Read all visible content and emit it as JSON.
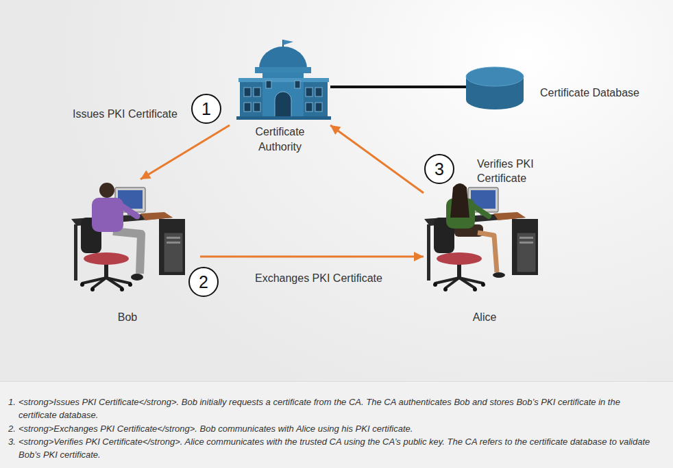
{
  "diagram": {
    "nodes": [
      {
        "text": [
          "Certificate Authority"
        ]
      },
      {
        "text": [
          "Certificate Database"
        ]
      },
      {
        "text": [
          "Bob"
        ]
      },
      {
        "text": [
          "Alice"
        ]
      }
    ],
    "edges": [
      {
        "from": 0,
        "to": 2,
        "arrow": "to",
        "label": "Issues PKI Certificate"
      },
      {
        "from": 2,
        "to": 3,
        "arrow": "to",
        "label": "Exchanges PKI Certificate"
      },
      {
        "from": 3,
        "to": 0,
        "arrow": "to",
        "label": "Verifies PKI Certificate"
      },
      {
        "from": 0,
        "to": 1,
        "arrow": "none"
      }
    ],
    "labels": [
      "1",
      "2",
      "3",
      "1.",
      "<strong>Issues PKI Certificate</strong>. Bob initially requests a certificate from the CA. The CA authenticates Bob and stores Bob’s PKI certificate in the certificate database.",
      "2.",
      "<strong>Exchanges PKI Certificate</strong>. Bob communicates with Alice using his PKI certificate.",
      "3.",
      "<strong>Verifies PKI Certificate</strong>. Alice communicates with the trusted CA using the CA’s public key. The CA refers to the certificate database to validate Bob’s PKI certificate."
    ]
  }
}
